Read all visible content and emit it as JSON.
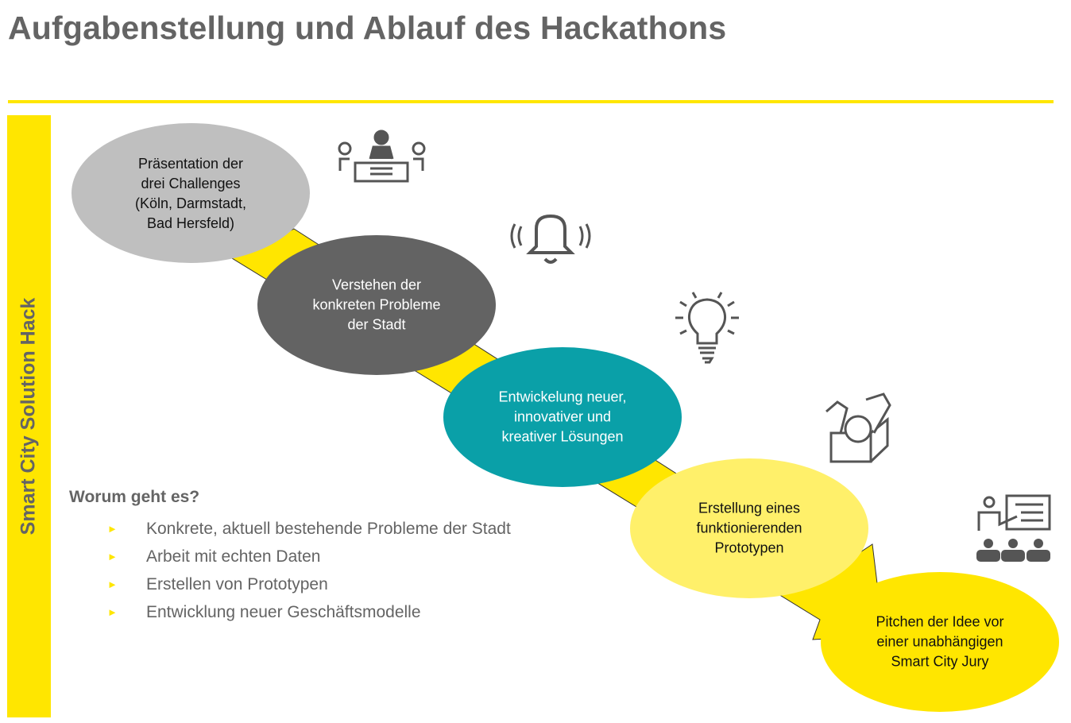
{
  "title": "Aufgabenstellung und Ablauf des Hackathons",
  "sidebar_label": "Smart City Solution Hack",
  "steps": [
    {
      "lines": [
        "Präsentation der",
        "drei Challenges",
        "(Köln, Darmstadt,",
        "Bad Hersfeld)"
      ],
      "color": "#bfbfbf",
      "icon": "meeting-icon"
    },
    {
      "lines": [
        "Verstehen der",
        "konkreten Probleme",
        "der Stadt"
      ],
      "color": "#636363",
      "icon": "alarm-bell-icon"
    },
    {
      "lines": [
        "Entwickelung neuer,",
        "innovativer und",
        "kreativer Lösungen"
      ],
      "color": "#0aa0a8",
      "icon": "lightbulb-icon"
    },
    {
      "lines": [
        "Erstellung eines",
        "funktionierenden",
        "Prototypen"
      ],
      "color": "#fff06a",
      "icon": "toolbox-icon"
    },
    {
      "lines": [
        "Pitchen der Idee vor",
        "einer unabhängigen",
        "Smart City Jury"
      ],
      "color": "#ffe600",
      "icon": "presentation-icon"
    }
  ],
  "worum": {
    "heading": "Worum geht es?",
    "items": [
      "Konkrete, aktuell bestehende Probleme der Stadt",
      "Arbeit mit echten Daten",
      "Erstellen von Prototypen",
      "Entwicklung neuer Geschäftsmodelle"
    ]
  },
  "colors": {
    "accent": "#ffe600",
    "text": "#646464"
  }
}
